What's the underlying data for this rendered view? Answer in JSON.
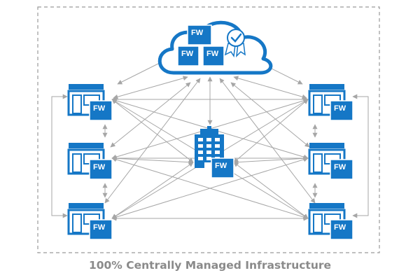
{
  "caption": "100% Centrally Managed Infrastructure",
  "firewall_label": "FW",
  "colors": {
    "blue": "#1577c6",
    "blue_dark": "#0e5fa3",
    "arrow": "#a6a6a6",
    "border": "#9a9a9a",
    "caption": "#8a8a8a",
    "white": "#ffffff"
  },
  "icons": {
    "cloud": "cloud-icon",
    "certified": "certified-badge-icon",
    "headquarters": "office-building-icon",
    "branch": "branch-store-icon"
  },
  "nodes": {
    "cloud": {
      "id": "cloud",
      "kind": "cloud",
      "firewalls": 3,
      "certified": true
    },
    "headquarters": {
      "id": "headquarters",
      "kind": "building",
      "firewalls": 1
    },
    "branches_left": [
      {
        "id": "branch-left-1",
        "kind": "branch",
        "firewalls": 1
      },
      {
        "id": "branch-left-2",
        "kind": "branch",
        "firewalls": 1
      },
      {
        "id": "branch-left-3",
        "kind": "branch",
        "firewalls": 1
      }
    ],
    "branches_right": [
      {
        "id": "branch-right-1",
        "kind": "branch",
        "firewalls": 1
      },
      {
        "id": "branch-right-2",
        "kind": "branch",
        "firewalls": 1
      },
      {
        "id": "branch-right-3",
        "kind": "branch",
        "firewalls": 1
      }
    ]
  }
}
